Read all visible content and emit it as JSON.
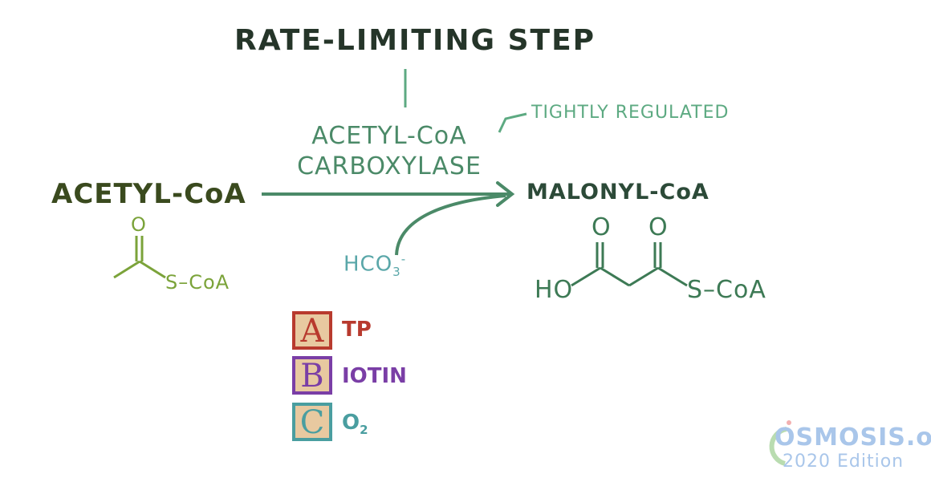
{
  "title": "RATE-LIMITING STEP",
  "enzyme": {
    "line1": "ACETYL-CoA",
    "line2": "CARBOXYLASE"
  },
  "annotation": "TIGHTLY REGULATED",
  "substrate": {
    "name": "ACETYL-CoA",
    "structure_label": "S–CoA",
    "oxygen": "O"
  },
  "product": {
    "name": "MALONYL-CoA",
    "ho": "HO",
    "structure_label": "S–CoA",
    "oxygen1": "O",
    "oxygen2": "O"
  },
  "cosubstrate": {
    "base": "HCO",
    "sub": "3",
    "sup": "-"
  },
  "abc": [
    {
      "letter": "A",
      "rest": "TP",
      "color": "#b83a2e"
    },
    {
      "letter": "B",
      "rest": "IOTIN",
      "color": "#7a3ea6"
    },
    {
      "letter": "C",
      "rest": "O",
      "sub": "2",
      "color": "#4a9ea0"
    }
  ],
  "logo": {
    "brand": "OSMOSIS.org",
    "edition": "2020 Edition"
  },
  "colors": {
    "title": "#253529",
    "enzyme": "#4b8a68",
    "arrow": "#4b8a68",
    "substrate": "#3a4a1e",
    "product": "#2c4a38"
  }
}
